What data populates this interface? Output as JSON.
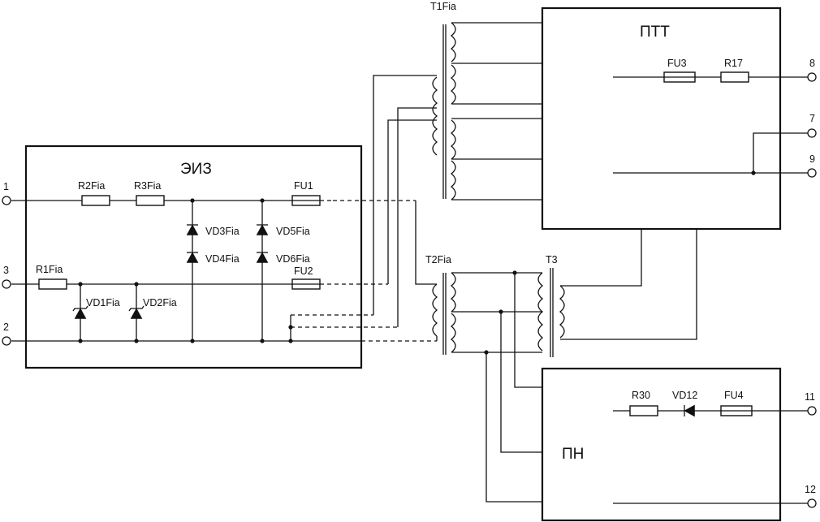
{
  "blocks": {
    "eiz": "ЭИЗ",
    "ptt": "ПТТ",
    "pn": "ПН"
  },
  "transformers": {
    "t1": "T1Fia",
    "t2": "T2Fia",
    "t3": "T3"
  },
  "resistors": {
    "r1": "R1Fia",
    "r2": "R2Fia",
    "r3": "R3Fia",
    "r17": "R17",
    "r30": "R30"
  },
  "fuses": {
    "fu1": "FU1",
    "fu2": "FU2",
    "fu3": "FU3",
    "fu4": "FU4"
  },
  "diodes": {
    "vd1": "VD1Fia",
    "vd2": "VD2Fia",
    "vd3": "VD3Fia",
    "vd4": "VD4Fia",
    "vd5": "VD5Fia",
    "vd6": "VD6Fia",
    "vd12": "VD12"
  },
  "terminals": {
    "t1": "1",
    "t2": "2",
    "t3": "3",
    "t7": "7",
    "t8": "8",
    "t9": "9",
    "t11": "11",
    "t12": "12"
  }
}
